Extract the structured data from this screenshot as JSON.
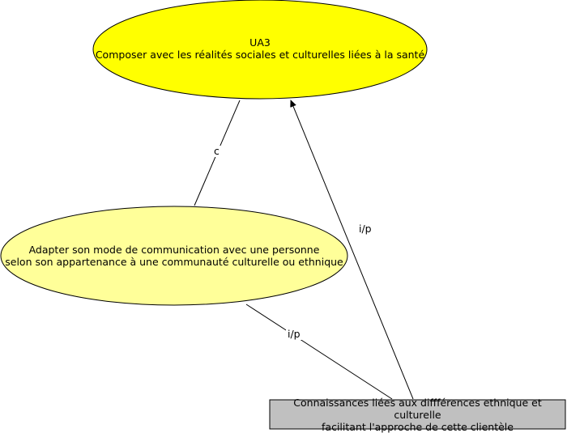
{
  "colors": {
    "ellipse_top_fill": "#ffff00",
    "ellipse_mid_fill": "#ffff99",
    "box_fill": "#c0c0c0",
    "stroke": "#000000"
  },
  "nodes": {
    "ua3": {
      "line1": "UA3",
      "line2": "Composer avec les réalités sociales et culturelles liées à la santé"
    },
    "adapter": {
      "line1": "Adapter son mode de communication avec une personne",
      "line2": "selon son appartenance à une communauté culturelle ou ethnique"
    },
    "connaissances": {
      "line1": "Connaissances liées aux diffférences ethnique et culturelle",
      "line2": "facilitant l'approche de cette clientèle"
    }
  },
  "links": {
    "c_label": "c",
    "ip_left_label": "i/p",
    "ip_right_label": "i/p"
  }
}
